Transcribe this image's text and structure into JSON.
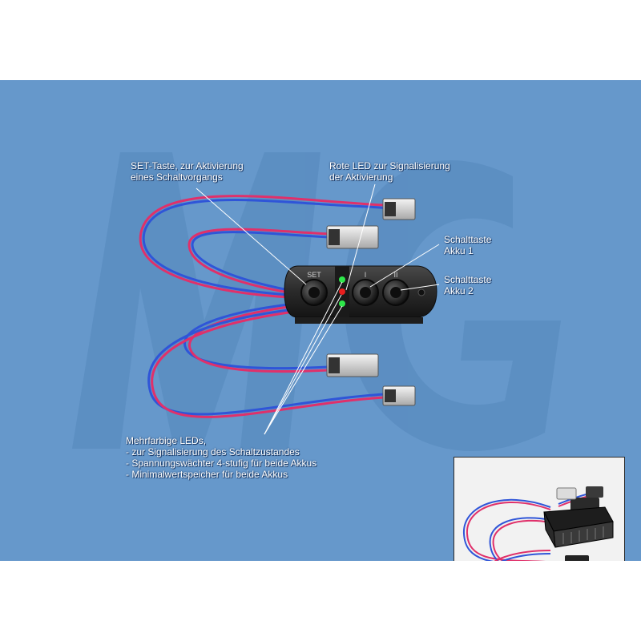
{
  "watermark": {
    "text": "MG"
  },
  "callouts": {
    "set_button": [
      "SET-Taste, zur Aktivierung",
      "eines Schaltvorgangs"
    ],
    "red_led": [
      "Rote LED zur Signalisierung",
      "der Aktivierung"
    ],
    "switch_1": [
      "Schalttaste",
      "Akku 1"
    ],
    "switch_2": [
      "Schalttaste",
      "Akku 2"
    ],
    "leds": [
      "Mehrfarbige LEDs,",
      "- zur Signalisierung des Schaltzustandes",
      "- Spannungswächter 4-stufig für beide Akkus",
      "- Minimalwertspeicher für beide Akkus"
    ]
  },
  "device_labels": {
    "set": "SET",
    "btn1": "I",
    "btn2": "II"
  },
  "colors": {
    "background": "#6698cb",
    "wire_red": "#e0306a",
    "wire_blue": "#2f55d8",
    "housing": "#2e2e2e",
    "led_green": "#2ee84a",
    "led_red": "#e81e1e"
  }
}
